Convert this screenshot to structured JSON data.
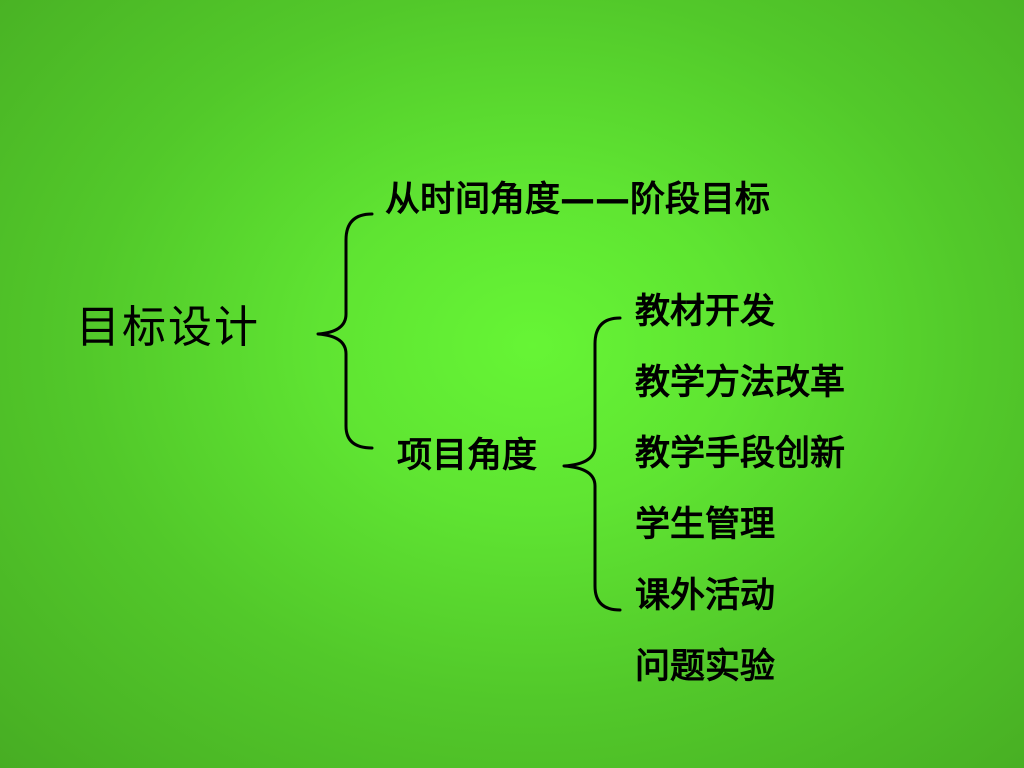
{
  "diagram": {
    "root": "目标设计",
    "branches": [
      {
        "label": "从时间角度——阶段目标"
      },
      {
        "label": "项目角度",
        "children": [
          "教材开发",
          "教学方法改革",
          "教学手段创新",
          "学生管理",
          "课外活动",
          "问题实验"
        ]
      }
    ]
  }
}
